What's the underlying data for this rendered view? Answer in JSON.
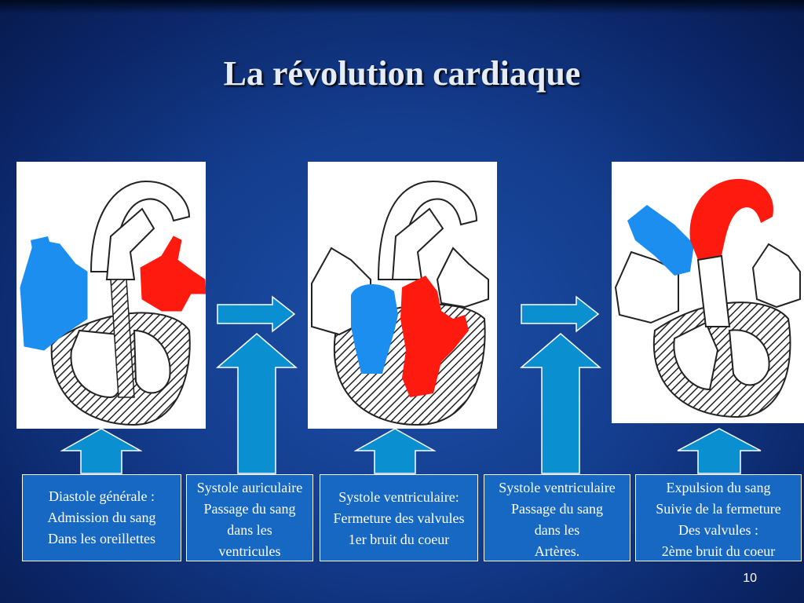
{
  "slide": {
    "title": "La révolution cardiaque",
    "page_number": "10"
  },
  "colors": {
    "background": "#143d8e",
    "box_fill": "#1668c2",
    "arrow_fill": "#0a8fd0",
    "blood_red": "#ff1a10",
    "blood_blue": "#1c8ef0"
  },
  "diagrams": [
    {
      "name": "heart-diagram-atrial-filling",
      "red": "right-atrium",
      "blue": "left-atrium"
    },
    {
      "name": "heart-diagram-ventricular-filling",
      "red": "right-ventricle",
      "blue": "left-ventricle"
    },
    {
      "name": "heart-diagram-ejection",
      "red": "aorta",
      "blue": "pulmonary-artery"
    }
  ],
  "boxes": [
    {
      "lines": [
        "Diastole générale :",
        "Admission du sang",
        "Dans les oreillettes"
      ]
    },
    {
      "lines": [
        "Systole auriculaire",
        "Passage du sang",
        "dans les",
        "ventricules"
      ]
    },
    {
      "lines": [
        "Systole ventriculaire:",
        "Fermeture des valvules",
        "1er bruit du coeur"
      ]
    },
    {
      "lines": [
        "Systole ventriculaire",
        "Passage du sang",
        "dans les",
        "Artères."
      ]
    },
    {
      "lines": [
        "Expulsion du sang",
        "Suivie de la fermeture",
        "Des valvules :",
        "2ème bruit du coeur"
      ]
    }
  ]
}
